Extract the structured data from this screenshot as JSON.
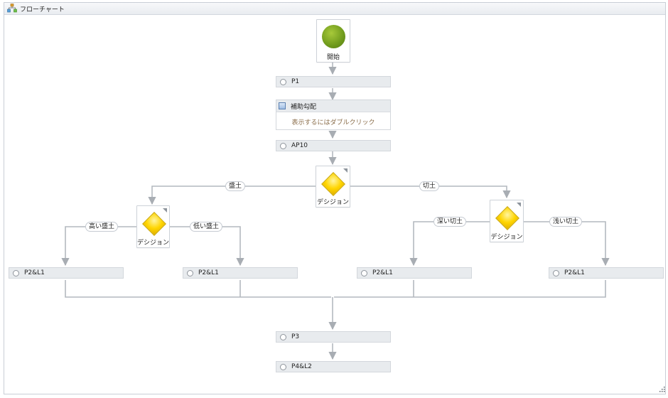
{
  "window": {
    "title": "フローチャート"
  },
  "nodes": {
    "start": "開始",
    "p1": "P1",
    "sequence_title": "補助勾配",
    "sequence_hint": "表示するにはダブルクリック",
    "ap10": "AP10",
    "decision_main": "デシジョン",
    "decision_left": "デシジョン",
    "decision_right": "デシジョン",
    "p2l1_a": "P2&L1",
    "p2l1_b": "P2&L1",
    "p2l1_c": "P2&L1",
    "p2l1_d": "P2&L1",
    "p3": "P3",
    "p4l2": "P4&L2"
  },
  "edge_labels": {
    "fill": "盛土",
    "cut": "切土",
    "high_fill": "高い盛土",
    "low_fill": "低い盛土",
    "deep_cut": "深い切土",
    "shallow_cut": "浅い切土"
  },
  "icons": {
    "title": "flowchart-icon",
    "start": "start-circle-icon",
    "decision": "decision-diamond-icon",
    "sequence": "sequence-icon",
    "activity": "activity-radio-icon",
    "grip": "resize-grip-icon"
  },
  "colors": {
    "edge": "#b4b9bf",
    "activity_bg": "#e8ebee",
    "start_green": "#6f9a1c",
    "decision_yellow": "#ffd500"
  }
}
